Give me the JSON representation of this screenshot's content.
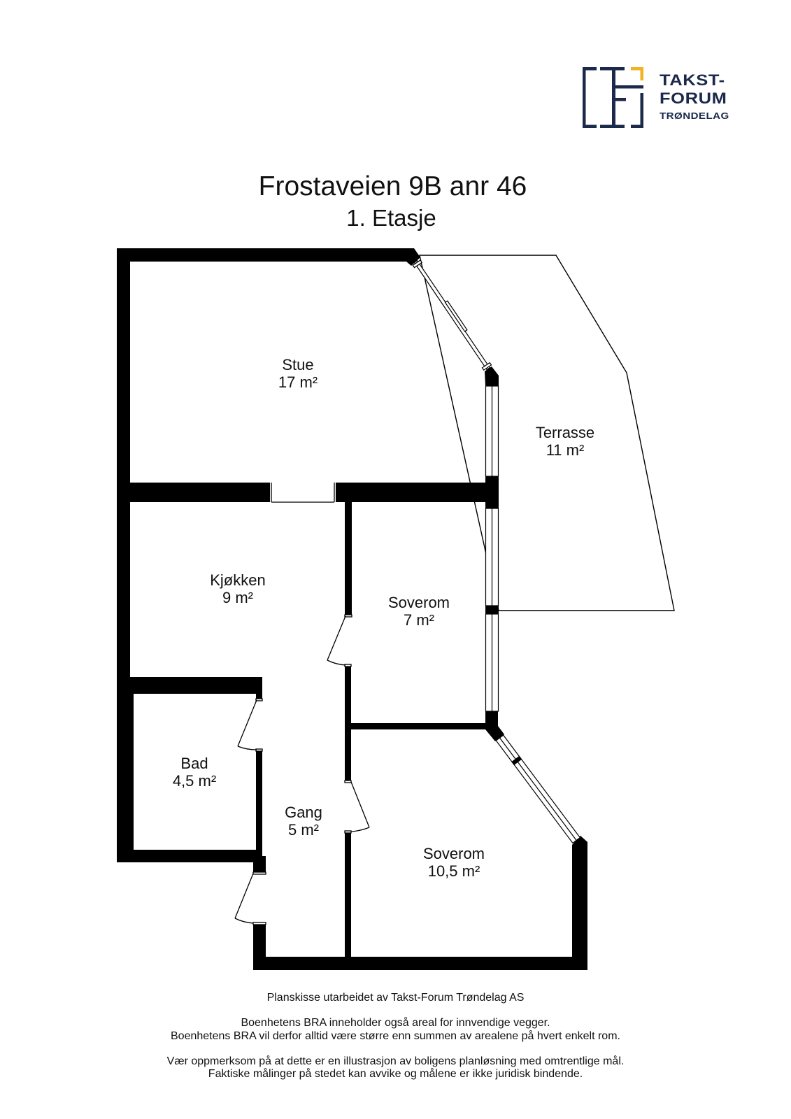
{
  "logo": {
    "line1": "TAKST-",
    "line2": "FORUM",
    "line3": "TRØNDELAG",
    "colors": {
      "navy": "#1b2a4a",
      "accent": "#f0b323"
    }
  },
  "header": {
    "title": "Frostaveien 9B anr 46",
    "floor": "1. Etasje"
  },
  "rooms": [
    {
      "name": "Stue",
      "area": "17 m²"
    },
    {
      "name": "Terrasse",
      "area": "11 m²"
    },
    {
      "name": "Kjøkken",
      "area": "9 m²"
    },
    {
      "name": "Soverom",
      "area": "7 m²"
    },
    {
      "name": "Bad",
      "area": "4,5 m²"
    },
    {
      "name": "Gang",
      "area": "5 m²"
    },
    {
      "name": "Soverom",
      "area": "10,5 m²"
    }
  ],
  "footer": {
    "credit": "Planskisse utarbeidet av Takst-Forum Trøndelag AS",
    "bra_note": [
      "Boenhetens BRA inneholder også areal for innvendige vegger.",
      "Boenhetens BRA vil derfor alltid være større enn summen av arealene på hvert enkelt rom."
    ],
    "disclaimer": [
      "Vær oppmerksom på at dette er en illustrasjon av boligens planløsning med omtrentlige mål.",
      "Faktiske målinger på stedet kan avvike og målene er ikke juridisk bindende."
    ]
  }
}
